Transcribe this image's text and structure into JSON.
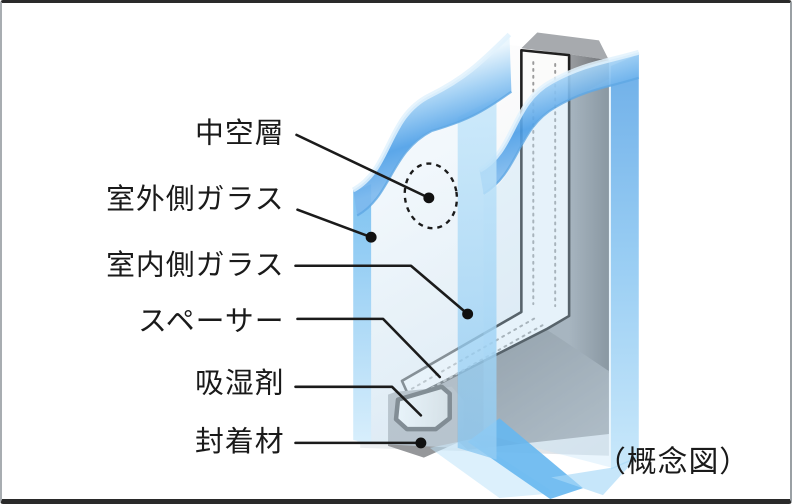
{
  "figure": {
    "type": "insulated-glazing-cutaway-diagram",
    "caption": "（概念図）",
    "labels": {
      "air_layer": "中空層",
      "outdoor_glass": "室外側ガラス",
      "indoor_glass": "室内側ガラス",
      "spacer": "スペーサー",
      "desiccant": "吸湿剤",
      "sealant": "封着材"
    },
    "colors": {
      "glass_blue_deep": "#4d9fe7",
      "glass_blue_mid": "#8cc6f2",
      "glass_blue_light": "#d7edfb",
      "spacer_gray": "#85888c",
      "spacer_gray_dark": "#6b6e72",
      "sealant_gray": "#95979a",
      "desiccant_white": "#f4f4f2",
      "outline_black": "#1b1b1b",
      "background": "#ffffff"
    }
  }
}
